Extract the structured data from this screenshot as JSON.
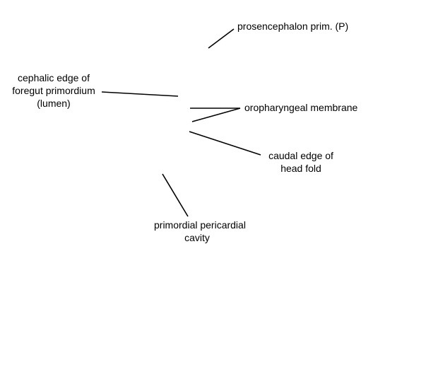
{
  "labels": {
    "prosencephalon": [
      "prosencephalon prim. (P)"
    ],
    "cephalic_edge": [
      "cephalic edge of",
      "foregut primordium",
      "(lumen)"
    ],
    "oropharyngeal": [
      "oropharyngeal membrane"
    ],
    "caudal_edge": [
      "caudal edge of",
      "head fold"
    ],
    "pericardial": [
      "primordial pericardial",
      "cavity"
    ]
  },
  "colors": {
    "background": "#ffffff",
    "ink": "#000000"
  }
}
